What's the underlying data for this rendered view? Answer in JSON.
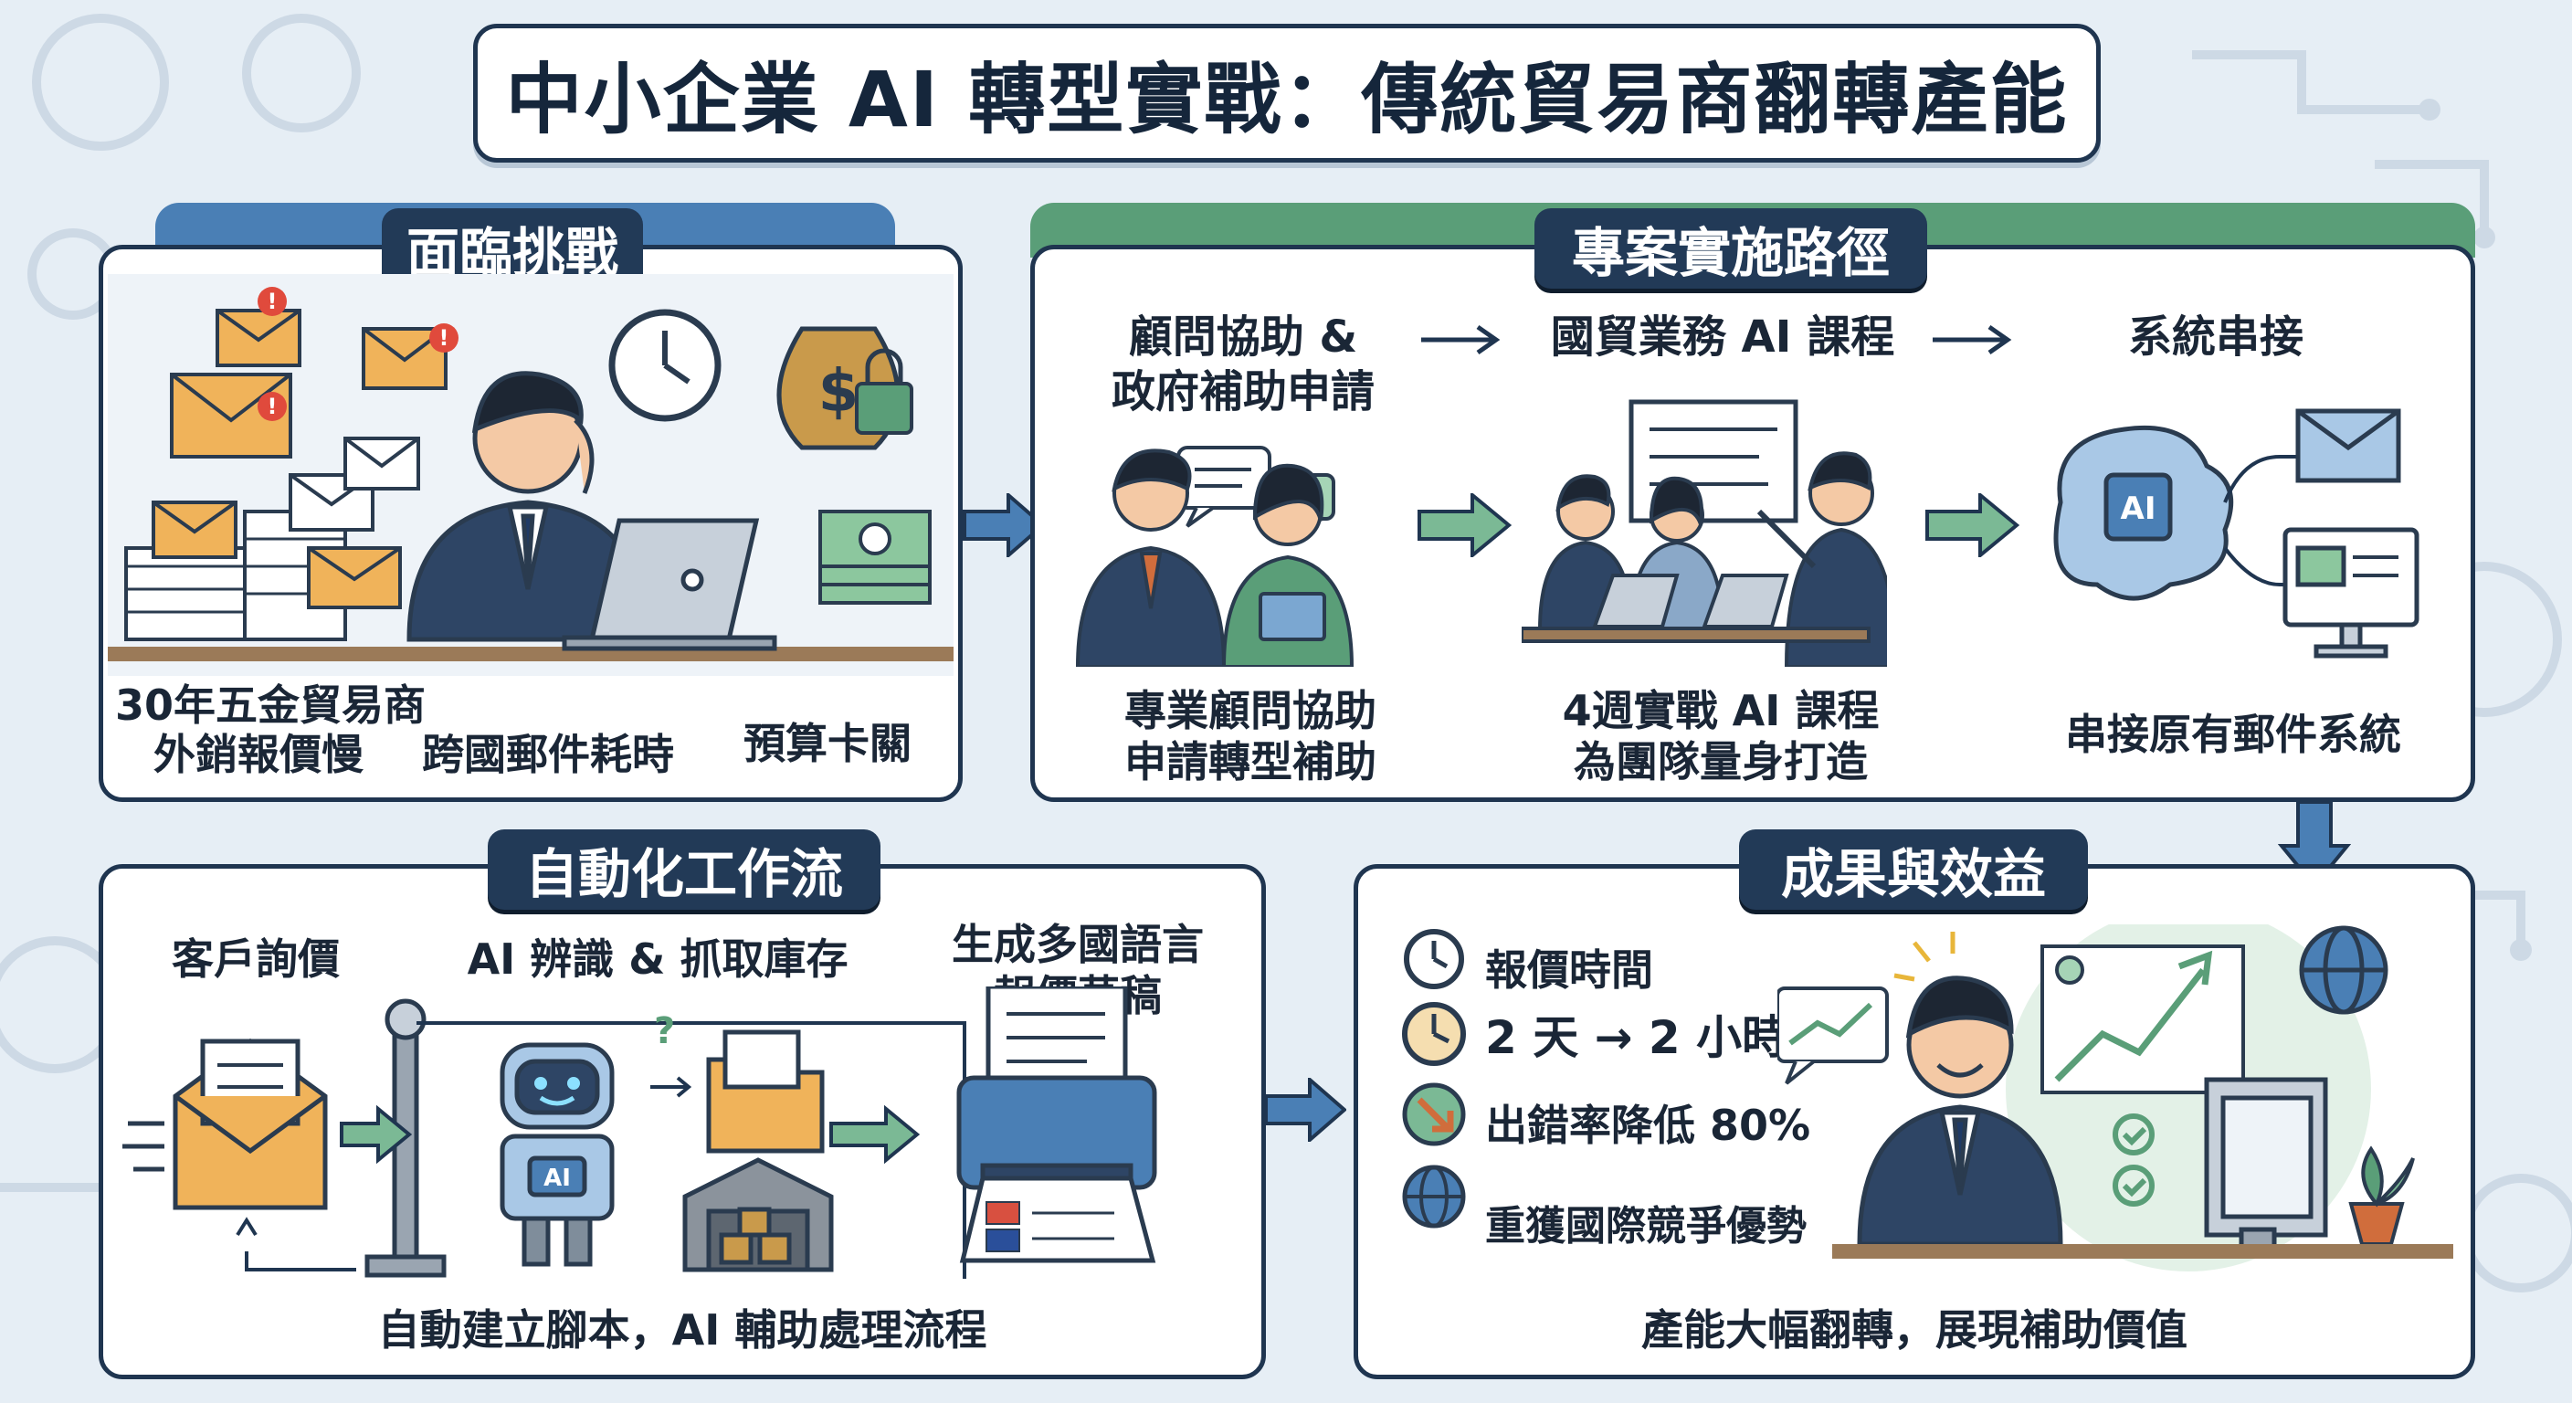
{
  "title": "中小企業 AI 轉型實戰：傳統貿易商翻轉產能",
  "panels": {
    "challenges": {
      "tab": "面臨挑戰",
      "caption_company_line1": "30年五金貿易商",
      "caption_company_line2": "外銷報價慢",
      "caption_email": "跨國郵件耗時",
      "caption_budget": "預算卡關"
    },
    "roadmap": {
      "tab": "專案實施路徑",
      "step1_title_line1": "顧問協助 &",
      "step1_title_line2": "政府補助申請",
      "step2_title": "國貿業務 AI 課程",
      "step3_title": "系統串接",
      "step1_caption_line1": "專業顧問協助",
      "step1_caption_line2": "申請轉型補助",
      "step2_caption_line1": "4週實戰 AI 課程",
      "step2_caption_line2": "為團隊量身打造",
      "step3_caption": "串接原有郵件系統",
      "ai_chip_label": "AI"
    },
    "workflow": {
      "tab": "自動化工作流",
      "step1": "客戶詢價",
      "step2": "AI 辨識 & 抓取庫存",
      "step3_line1": "生成多國語言",
      "step3_line2": "報價草稿",
      "robot_label": "AI",
      "caption": "自動建立腳本，AI 輔助處理流程"
    },
    "results": {
      "tab": "成果與效益",
      "item1_line1": "報價時間",
      "item1_line2": "2 天 → 2 小時",
      "item2": "出錯率降低 80%",
      "item3": "重獲國際競爭優勢",
      "caption": "產能大幅翻轉，展現補助價值"
    }
  },
  "colors": {
    "navy": "#1f3550",
    "blue_accent": "#4a7fb5",
    "green_accent": "#5a9e78",
    "envelope_orange": "#f0b35a",
    "background": "#e6eef5"
  },
  "icons": [
    "envelope-icon",
    "alert-icon",
    "clock-icon",
    "money-bag-icon",
    "lock-icon",
    "laptop-icon",
    "speech-bubble-icon",
    "presentation-board-icon",
    "ai-brain-icon",
    "monitor-icon",
    "robot-icon",
    "folder-icon",
    "warehouse-icon",
    "printer-icon",
    "globe-icon",
    "growth-chart-icon",
    "checkmark-icon",
    "plant-icon",
    "arrow-right-icon",
    "arrow-down-icon"
  ]
}
